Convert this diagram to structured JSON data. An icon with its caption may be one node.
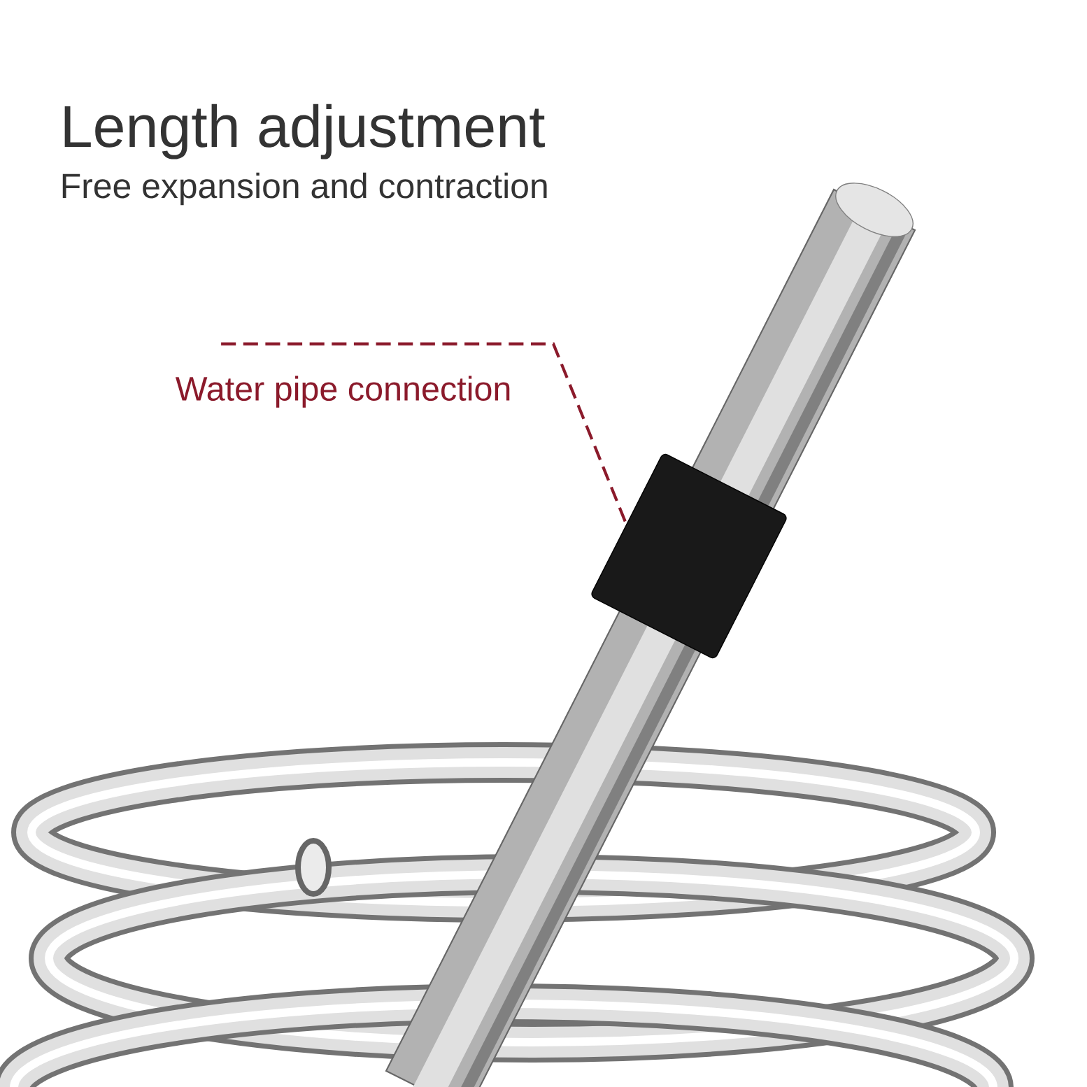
{
  "diagram": {
    "title": "Length adjustment",
    "nodes": [
      {
        "text": [
          "Water pipe connection"
        ]
      },
      {
        "text": [],
        "shape": "picture"
      }
    ],
    "edges": [
      {
        "from": 0,
        "to": 1,
        "arrow": "none",
        "style": "dashed",
        "color": "#8b1a2b"
      }
    ],
    "labels": [
      "Free expansion and contraction"
    ]
  }
}
